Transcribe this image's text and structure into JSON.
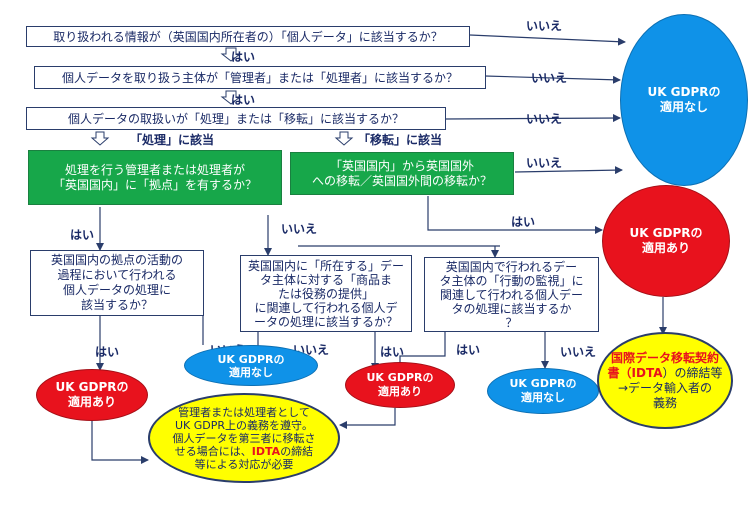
{
  "questions": {
    "q1": "取り扱われる情報が（英国国内所在者の）「個人データ」に該当するか？",
    "q2": "個人データを取り扱う主体が「管理者」または「処理者」に該当するか？",
    "q3": "個人データの取扱いが「処理」または「移転」に該当するか？",
    "q4": "処理を行う管理者または処理者が\n「英国国内」に「拠点」を有するか？",
    "q5": "「英国国内」から英国国外\nへの移転／英国国外間の移転か？",
    "q6": "英国国内の拠点の活動の\n過程において行われる\n個人データの処理に\n該当するか？",
    "q7": "英国国内に「所在する」デー\nタ主体に対する「商品ま\nたは役務の提供」\nに関連して行われる個人デ\nータの処理に該当するか？",
    "q8": "英国国内で行われるデー\nタ主体の「行動の監視」に\n関連して行われる個人デー\nタの処理に該当するか\n？"
  },
  "labels": {
    "yes": "はい",
    "no": "いいえ",
    "processing": "「処理」に該当",
    "transfer": "「移転」に該当"
  },
  "outcomes": {
    "not_applicable": "UK GDPRの\n適用なし",
    "applicable": "UK GDPRの\n適用あり"
  },
  "notes": {
    "controller_a": "管理者または処理者として\nUK GDPR上の義務を遵守。\n個人データを第三者に移転さ\nせる場合には、",
    "controller_idta": "IDTA",
    "controller_b": "の締結\n等による対応が必要",
    "idta_a": "国際データ移転契約\n書（",
    "idta_b": "IDTA",
    "idta_c": "）の締結等\n→データ輸入者の\n義務"
  },
  "colors": {
    "green": "#17a74a",
    "blue": "#0f92e8",
    "red": "#e8121d",
    "yellow": "#ffff00",
    "line": "#2a3d6b"
  }
}
